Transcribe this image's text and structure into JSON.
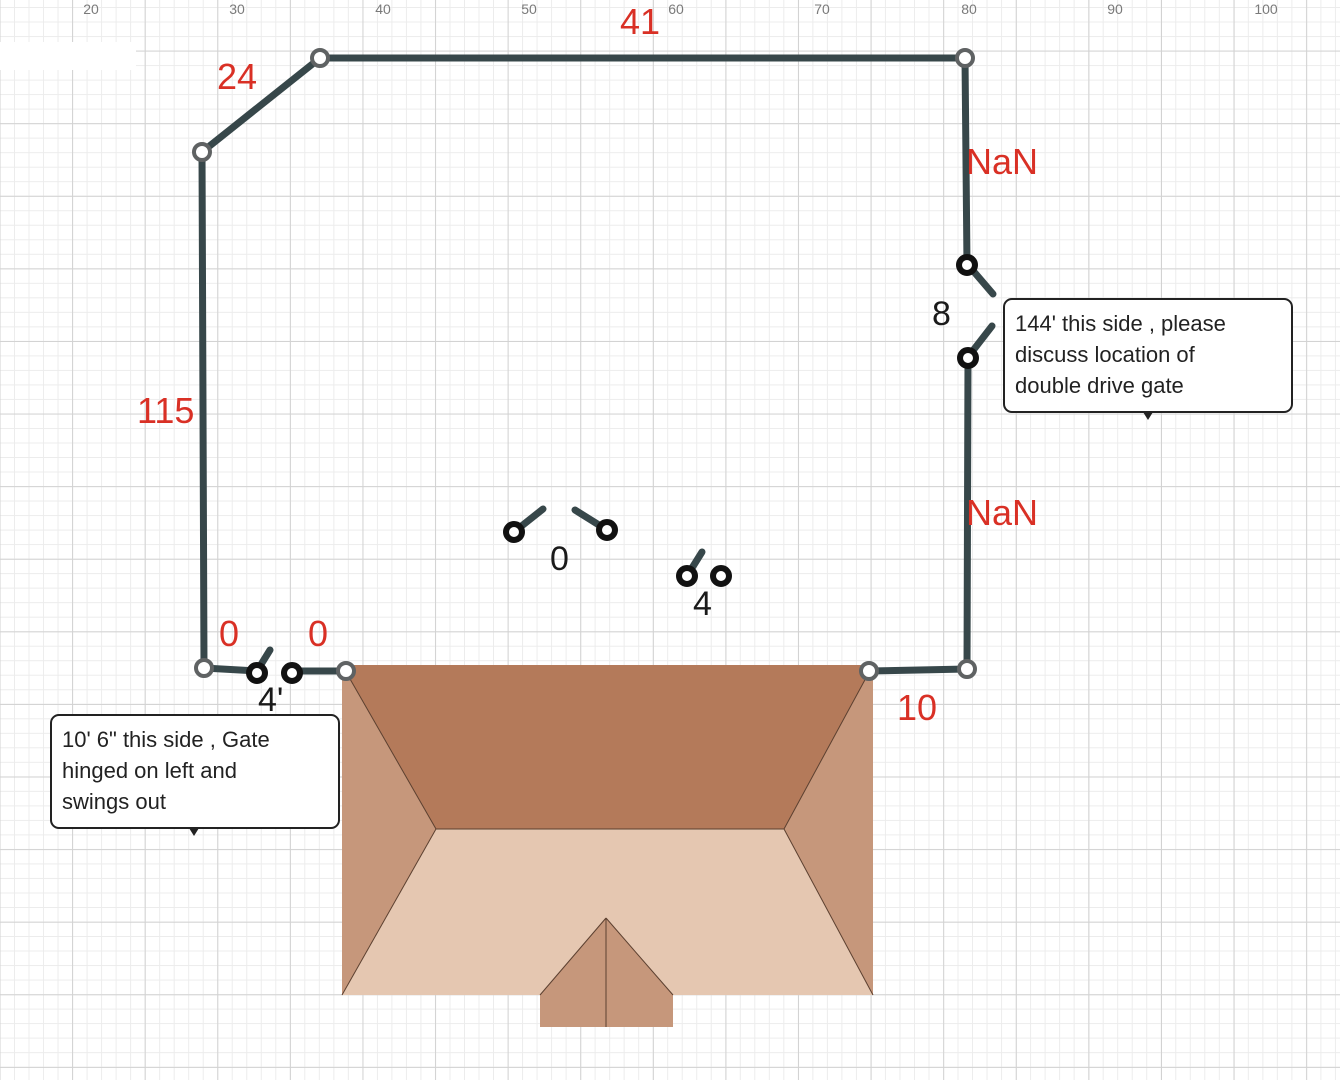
{
  "axis": {
    "ticks": [
      "20",
      "30",
      "40",
      "50",
      "60",
      "70",
      "80",
      "90",
      "100"
    ]
  },
  "fence": {
    "length_labels": {
      "top": "41",
      "diagonal": "24",
      "left": "115",
      "right_upper": "NaN",
      "right_lower": "NaN",
      "bottom_right": "10",
      "bottom_left_a": "0",
      "bottom_left_b": "0"
    }
  },
  "gates": {
    "right_gate_label": "8",
    "bottom_gate_label": "4'",
    "center_gate_label": "0",
    "small_gate_label": "4"
  },
  "callouts": {
    "right": {
      "lines": [
        "144' this side , please",
        "discuss location of",
        "double drive gate"
      ]
    },
    "left": {
      "lines": [
        "10' 6\" this side , Gate",
        "hinged on left and",
        "swings out"
      ]
    }
  },
  "colors": {
    "fence": "#37474a",
    "length_label": "#d93025",
    "roof_dark": "#b47a5a",
    "roof_side": "#c6977b",
    "roof_light": "#e5c7b1",
    "grid_major": "#d2d2d2",
    "grid_minor": "#ececec"
  }
}
